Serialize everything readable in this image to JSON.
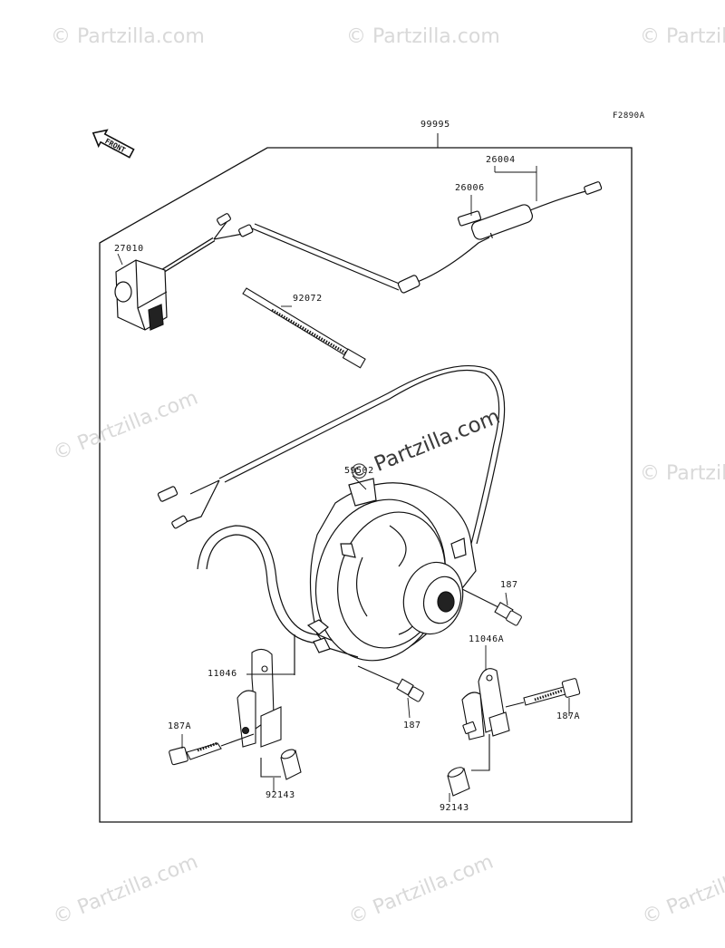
{
  "diagram": {
    "code": "F2890A",
    "front_label": "FRONT",
    "part_labels": {
      "kit": "99995",
      "harness": "26004",
      "fuse": "26006",
      "switch": "27010",
      "band": "92072",
      "fan": "59502",
      "bolt_right": "187",
      "bolt_center": "187",
      "bracket_left": "11046",
      "bracket_right": "11046A",
      "bolt_a_left": "187A",
      "bolt_a_right": "187A",
      "collar_left": "92143",
      "collar_right": "92143"
    }
  },
  "watermarks": {
    "text": "© Partzilla.com"
  }
}
